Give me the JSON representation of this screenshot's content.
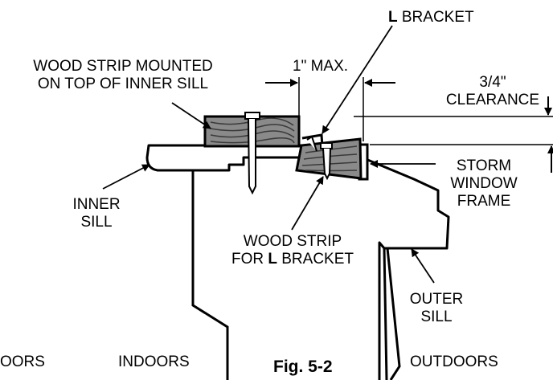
{
  "labels": {
    "l_bracket_prefix": "L",
    "l_bracket_text": " BRACKET",
    "wood_strip_mounted_line1": "WOOD STRIP MOUNTED",
    "wood_strip_mounted_line2": "ON TOP OF INNER SILL",
    "max_gap": "1\" MAX.",
    "clearance_line1": "3/4\"",
    "clearance_line2": "CLEARANCE",
    "storm_line1": "STORM",
    "storm_line2": "WINDOW",
    "storm_line3": "FRAME",
    "inner_sill_line1": "INNER",
    "inner_sill_line2": "SILL",
    "wood_strip_l_line1": "WOOD STRIP",
    "wood_strip_l_line2_prefix": "FOR ",
    "wood_strip_l_line2_bold": "L",
    "wood_strip_l_line2_suffix": " BRACKET",
    "outer_sill_line1": "OUTER",
    "outer_sill_line2": "SILL",
    "indoors_left": "OORS",
    "indoors": "INDOORS",
    "figure": "Fig. 5-2",
    "outdoors": "OUTDOORS"
  },
  "colors": {
    "ink": "#000000",
    "wood": "#8a8a8a",
    "grain": "#3a3a3a",
    "nail": "#ffffff"
  }
}
